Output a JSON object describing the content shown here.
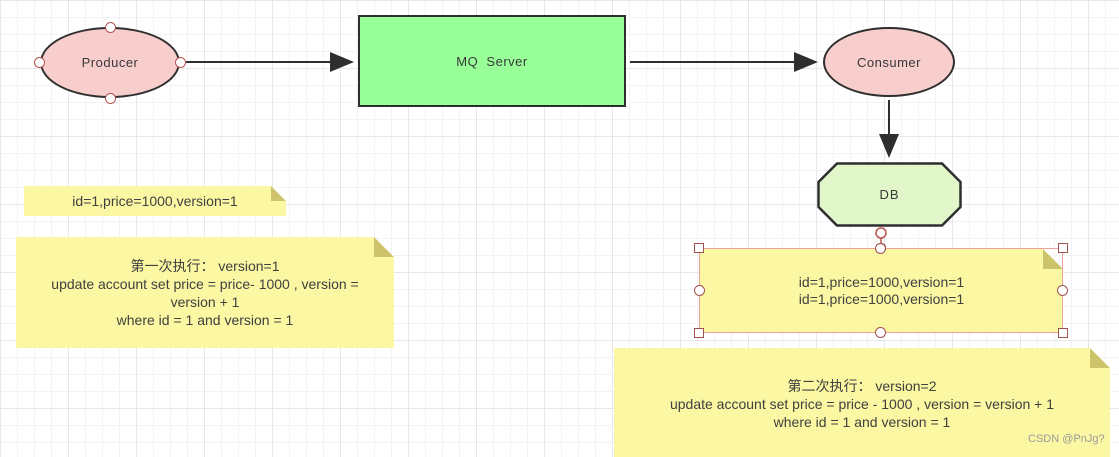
{
  "diagram": {
    "nodes": {
      "producer": {
        "label": "Producer"
      },
      "mq_server": {
        "label": "MQ  Server"
      },
      "consumer": {
        "label": "Consumer"
      },
      "db": {
        "label": "DB"
      }
    },
    "notes": {
      "record_initial": {
        "text": "id=1,price=1000,version=1"
      },
      "first_execution": {
        "lines": [
          "第一次执行： version=1",
          "update account set price = price- 1000 , version =",
          "version + 1",
          "where id = 1 and version = 1"
        ]
      },
      "db_records": {
        "lines": [
          "id=1,price=1000,version=1",
          "id=1,price=1000,version=1"
        ]
      },
      "second_execution": {
        "lines": [
          "第二次执行： version=2",
          "update account set price = price - 1000 , version = version + 1",
          "where id = 1 and version = 1"
        ]
      }
    },
    "watermark": "CSDN @PnJg?",
    "colors": {
      "node_pink": "#f8cecc",
      "node_green": "#99ff99",
      "node_pale_green": "#e1f7c9",
      "note_yellow": "#fbf7a2",
      "note_fold": "#ccc36a",
      "shape_border": "#2e2e2e",
      "handle_red": "#b85450",
      "selection_border": "#eda39b",
      "text": "#404040",
      "watermark_gray": "#9b9b9b"
    }
  }
}
